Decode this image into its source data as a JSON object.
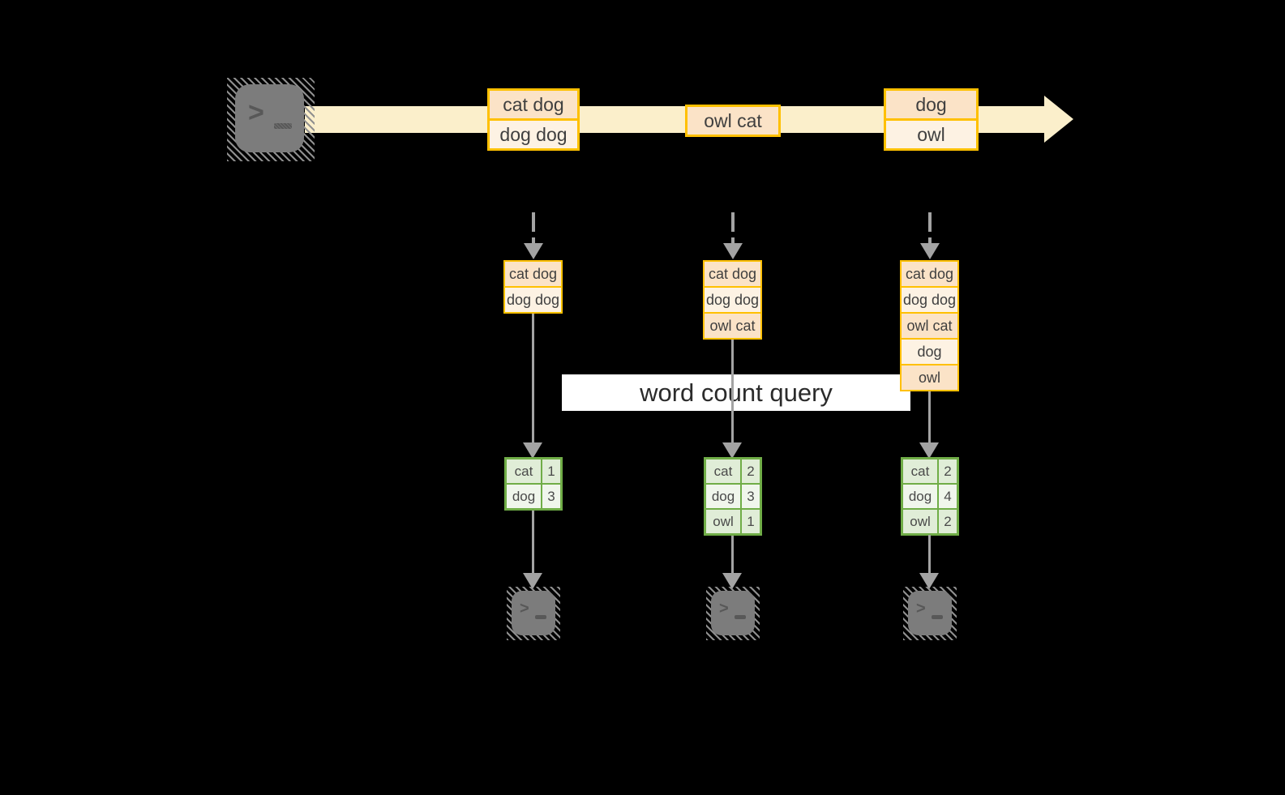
{
  "palette": {
    "background": "#000000",
    "stream_fill": "#FBEFCB",
    "event_border": "#FFC000",
    "event_fill_dark": "#FBE3C7",
    "event_fill_light": "#FDF2E3",
    "table_border": "#70AD47",
    "table_fill_dark": "#E0EDD7",
    "table_fill_light": "#F0F6EC",
    "arrow_gray": "#A3A3A3",
    "terminal_gray": "#7C7C7C",
    "label_bg": "#FFFFFF",
    "text": "#3F3F3F"
  },
  "icons": {
    "terminal_prompt": ">"
  },
  "query_label": "word count query",
  "stream_events": [
    {
      "rows": [
        "cat dog",
        "dog dog"
      ]
    },
    {
      "rows": [
        "owl cat"
      ]
    },
    {
      "rows": [
        "dog",
        "owl"
      ]
    }
  ],
  "columns": [
    {
      "buffer": [
        "cat dog",
        "dog dog"
      ],
      "counts": [
        {
          "word": "cat",
          "count": "1"
        },
        {
          "word": "dog",
          "count": "3"
        }
      ]
    },
    {
      "buffer": [
        "cat dog",
        "dog dog",
        "owl cat"
      ],
      "counts": [
        {
          "word": "cat",
          "count": "2"
        },
        {
          "word": "dog",
          "count": "3"
        },
        {
          "word": "owl",
          "count": "1"
        }
      ]
    },
    {
      "buffer": [
        "cat dog",
        "dog dog",
        "owl cat",
        "dog",
        "owl"
      ],
      "counts": [
        {
          "word": "cat",
          "count": "2"
        },
        {
          "word": "dog",
          "count": "4"
        },
        {
          "word": "owl",
          "count": "2"
        }
      ]
    }
  ]
}
